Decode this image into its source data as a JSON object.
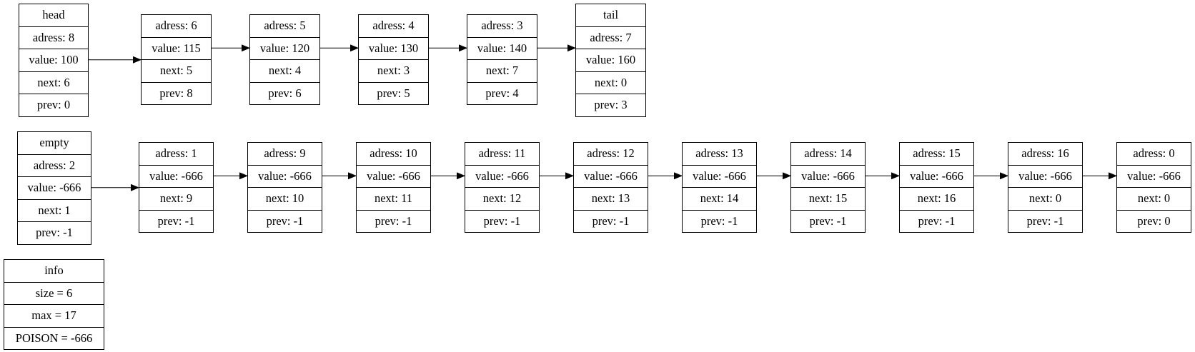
{
  "diagram": {
    "main_list": {
      "head": {
        "title": "head",
        "adress": "adress: 8",
        "value": "value: 100",
        "next": "next: 6",
        "prev": "prev: 0"
      },
      "nodes": [
        {
          "adress": "adress: 6",
          "value": "value: 115",
          "next": "next: 5",
          "prev": "prev: 8"
        },
        {
          "adress": "adress: 5",
          "value": "value: 120",
          "next": "next: 4",
          "prev": "prev: 6"
        },
        {
          "adress": "adress: 4",
          "value": "value: 130",
          "next": "next: 3",
          "prev": "prev: 5"
        },
        {
          "adress": "adress: 3",
          "value": "value: 140",
          "next": "next: 7",
          "prev": "prev: 4"
        }
      ],
      "tail": {
        "title": "tail",
        "adress": "adress: 7",
        "value": "value: 160",
        "next": "next: 0",
        "prev": "prev: 3"
      }
    },
    "empty_list": {
      "empty": {
        "title": "empty",
        "adress": "adress: 2",
        "value": "value: -666",
        "next": "next: 1",
        "prev": "prev: -1"
      },
      "nodes": [
        {
          "adress": "adress: 1",
          "value": "value: -666",
          "next": "next: 9",
          "prev": "prev: -1"
        },
        {
          "adress": "adress: 9",
          "value": "value: -666",
          "next": "next: 10",
          "prev": "prev: -1"
        },
        {
          "adress": "adress: 10",
          "value": "value: -666",
          "next": "next: 11",
          "prev": "prev: -1"
        },
        {
          "adress": "adress: 11",
          "value": "value: -666",
          "next": "next: 12",
          "prev": "prev: -1"
        },
        {
          "adress": "adress: 12",
          "value": "value: -666",
          "next": "next: 13",
          "prev": "prev: -1"
        },
        {
          "adress": "adress: 13",
          "value": "value: -666",
          "next": "next: 14",
          "prev": "prev: -1"
        },
        {
          "adress": "adress: 14",
          "value": "value: -666",
          "next": "next: 15",
          "prev": "prev: -1"
        },
        {
          "adress": "adress: 15",
          "value": "value: -666",
          "next": "next: 16",
          "prev": "prev: -1"
        },
        {
          "adress": "adress: 16",
          "value": "value: -666",
          "next": "next: 0",
          "prev": "prev: -1"
        },
        {
          "adress": "adress: 0",
          "value": "value: -666",
          "next": "next: 0",
          "prev": "prev: 0"
        }
      ]
    },
    "info": {
      "title": "info",
      "size": "size = 6",
      "max": "max = 17",
      "poison": "POISON = -666"
    }
  }
}
